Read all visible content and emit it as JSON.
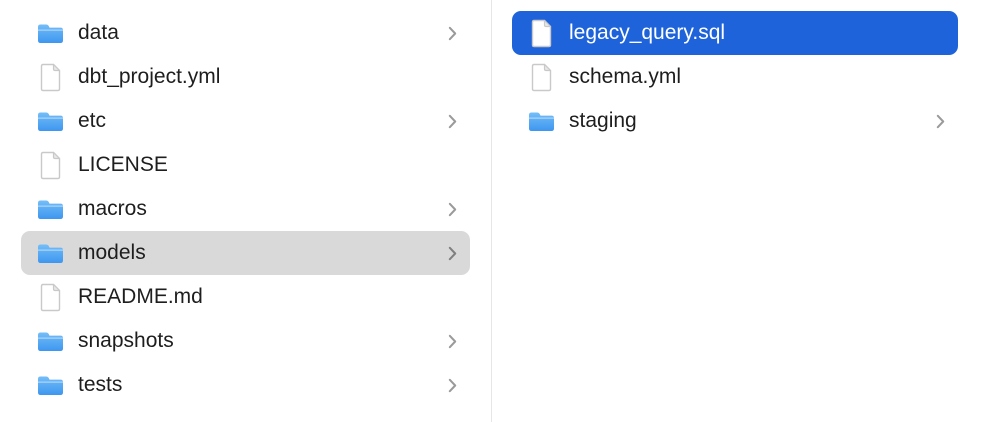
{
  "window": {
    "type": "finder-column-view"
  },
  "colors": {
    "selection_blue": "#1e63d9",
    "selection_gray": "#d9d9d9",
    "text": "#1e1e1e",
    "selected_text": "#ffffff",
    "chevron_gray": "#9a9a9a",
    "divider": "#e6e6e6",
    "folder_blue_light": "#74bdf8",
    "folder_blue_dark": "#3d96ef",
    "file_outline": "#c9c9c9"
  },
  "columns": [
    {
      "name": "left",
      "items": [
        {
          "label": "data",
          "type": "folder",
          "icon": "folder-icon",
          "chevron": true,
          "selected": "none"
        },
        {
          "label": "dbt_project.yml",
          "type": "file",
          "icon": "file-icon",
          "chevron": false,
          "selected": "none"
        },
        {
          "label": "etc",
          "type": "folder",
          "icon": "folder-icon",
          "chevron": true,
          "selected": "none"
        },
        {
          "label": "LICENSE",
          "type": "file",
          "icon": "file-icon",
          "chevron": false,
          "selected": "none"
        },
        {
          "label": "macros",
          "type": "folder",
          "icon": "folder-icon",
          "chevron": true,
          "selected": "none"
        },
        {
          "label": "models",
          "type": "folder",
          "icon": "folder-icon",
          "chevron": true,
          "selected": "secondary"
        },
        {
          "label": "README.md",
          "type": "file",
          "icon": "file-icon",
          "chevron": false,
          "selected": "none"
        },
        {
          "label": "snapshots",
          "type": "folder",
          "icon": "folder-icon",
          "chevron": true,
          "selected": "none"
        },
        {
          "label": "tests",
          "type": "folder",
          "icon": "folder-icon",
          "chevron": true,
          "selected": "none"
        }
      ]
    },
    {
      "name": "right",
      "items": [
        {
          "label": "legacy_query.sql",
          "type": "file",
          "icon": "file-icon",
          "chevron": false,
          "selected": "primary"
        },
        {
          "label": "schema.yml",
          "type": "file",
          "icon": "file-icon",
          "chevron": false,
          "selected": "none"
        },
        {
          "label": "staging",
          "type": "folder",
          "icon": "folder-icon",
          "chevron": true,
          "selected": "none"
        }
      ]
    }
  ]
}
